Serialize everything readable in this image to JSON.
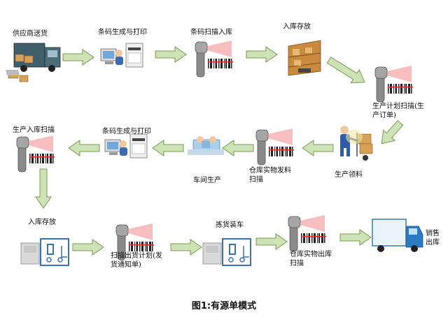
{
  "steps": {
    "supplier": "供应商送货",
    "barcode_print_1": "条码生成与打印",
    "scan_in": "条码扫描入库",
    "store_1": "入库存放",
    "plan_scan": "生产计划扫描(生产订单)",
    "production_picking": "生产领料",
    "issue_scan": "仓库实物发料扫描",
    "workshop": "车间生产",
    "barcode_print_2": "条码生成与打印",
    "production_in_scan": "生产入库扫描",
    "store_2": "入库存放",
    "shipment_scan": "扫描出货计划(发货通知单)",
    "picking_loading": "拣货装车",
    "out_scan": "仓库实物出库扫描",
    "sales_out": "销售出库"
  },
  "caption": "图1:有源单模式",
  "colors": {
    "arrow_fill": "#cde3b5",
    "arrow_stroke": "#7a9a55",
    "scanner_beam": "#d83030",
    "box": "#d8a15a"
  }
}
